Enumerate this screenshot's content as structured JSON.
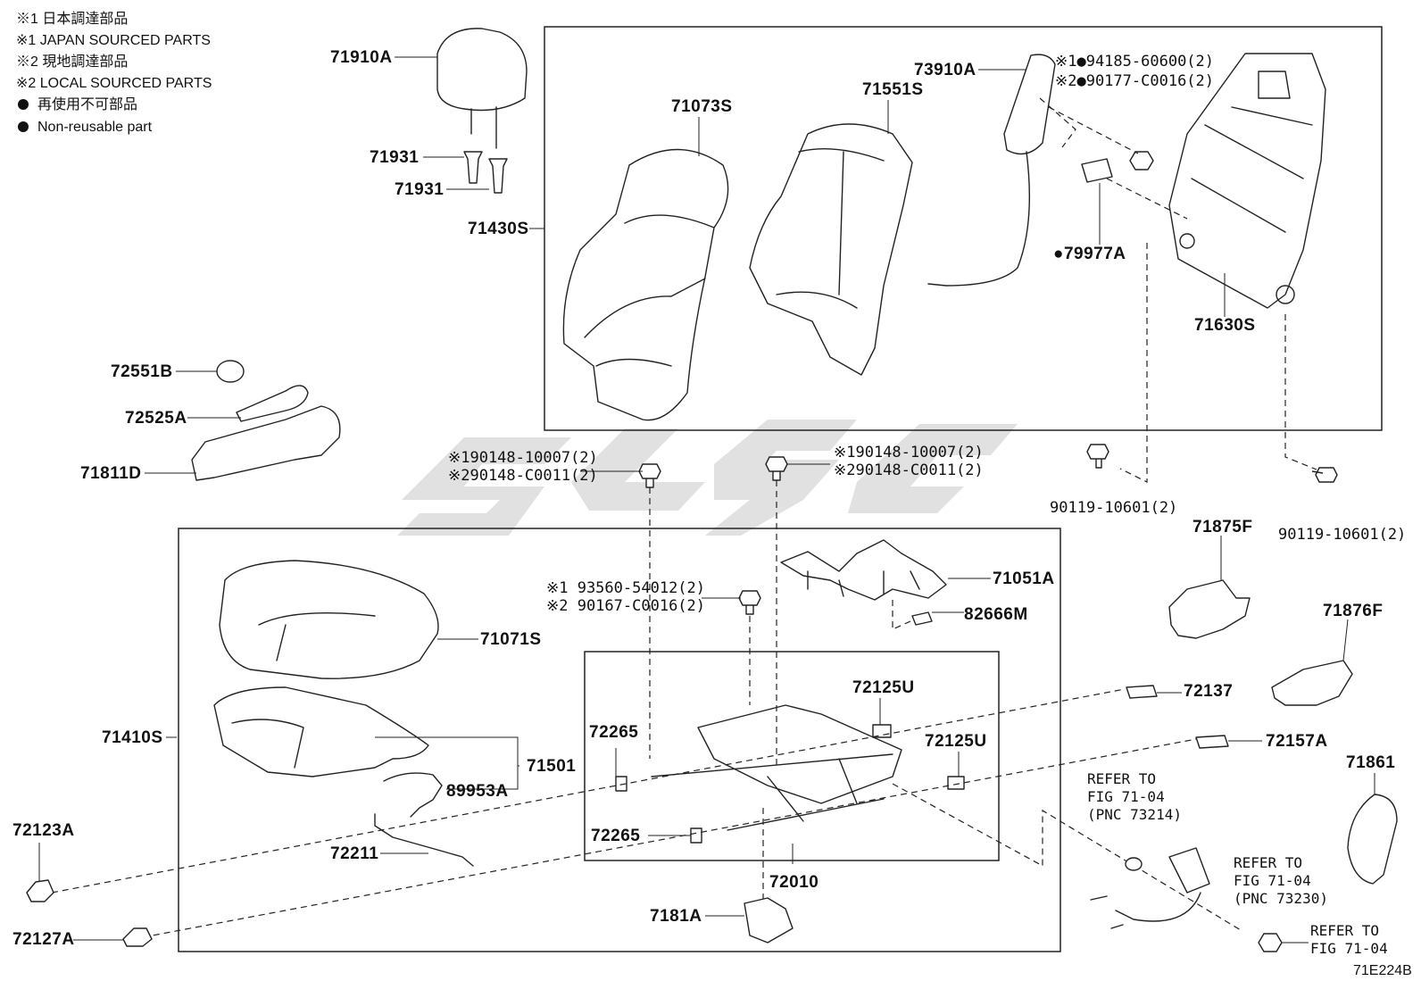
{
  "legend": {
    "line1": "※1 日本調達部品",
    "line2": "※1 JAPAN SOURCED PARTS",
    "line3": "※2 現地調達部品",
    "line4": "※2 LOCAL SOURCED PARTS",
    "line5": "再使用不可部品",
    "line6": "Non-reusable part"
  },
  "parts": {
    "p71910A": "71910A",
    "p71931a": "71931",
    "p71931b": "71931",
    "p71430S": "71430S",
    "p71073S": "71073S",
    "p71551S": "71551S",
    "p73910A": "73910A",
    "p94185": "※1●94185-60600(2)",
    "p90177": "※2●90177-C0016(2)",
    "p79977A": "●79977A",
    "p71630S": "71630S",
    "p72551B": "72551B",
    "p72525A": "72525A",
    "p71811D": "71811D",
    "p190148a": "※190148-10007(2)",
    "p290148a": "※290148-C0011(2)",
    "p190148b": "※190148-10007(2)",
    "p290148b": "※290148-C0011(2)",
    "p90119a": "90119-10601(2)",
    "p90119b": "90119-10601(2)",
    "p93560": "※1 93560-54012(2)",
    "p90167": "※2 90167-C0016(2)",
    "p71051A": "71051A",
    "p82666M": "82666M",
    "p71875F": "71875F",
    "p71876F": "71876F",
    "p71071S": "71071S",
    "p71410S": "71410S",
    "p71501": "71501",
    "p89953A": "89953A",
    "p72265a": "72265",
    "p72265b": "72265",
    "p72125Ua": "72125U",
    "p72125Ub": "72125U",
    "p72137": "72137",
    "p72157A": "72157A",
    "p71861": "71861",
    "p72123A": "72123A",
    "p72211": "72211",
    "p72127A": "72127A",
    "p72010": "72010",
    "p7181A": "7181A"
  },
  "refs": {
    "r1l1": "REFER TO",
    "r1l2": "FIG 71-04",
    "r1l3": "(PNC 73214)",
    "r2l1": "REFER TO",
    "r2l2": "FIG 71-04",
    "r2l3": "(PNC 73230)",
    "r3l1": "REFER TO",
    "r3l2": "FIG 71-04"
  },
  "figure_id": "71E224B"
}
